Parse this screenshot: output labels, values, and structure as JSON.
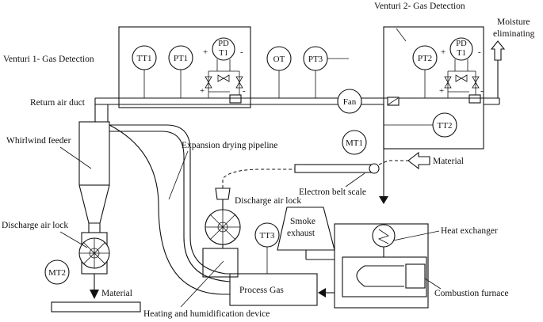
{
  "labels": {
    "venturi1": "Venturi 1- Gas Detection",
    "venturi2": "Venturi 2- Gas Detection",
    "moisture_line1": "Moisture",
    "moisture_line2": "eliminating",
    "return_air": "Return air duct",
    "whirlwind": "Whirlwind feeder",
    "expansion": "Expansion drying pipeline",
    "discharge1": "Discharge air lock",
    "discharge2": "Discharge air lock",
    "material_in": "Material",
    "material_out": "Material",
    "belt_scale": "Electron belt scale",
    "smoke_line1": "Smoke",
    "smoke_line2": "exhaust",
    "heat_exchanger": "Heat exchanger",
    "combustion": "Combustion furnace",
    "process_gas": "Process Gas",
    "heating": "Heating and humidification device",
    "fan": "Fan"
  },
  "instruments": {
    "tt1": "TT1",
    "pt1": "PT1",
    "pd1_line1": "PD",
    "pd1_line2": "T1",
    "ot": "OT",
    "pt3": "PT3",
    "pt2": "PT2",
    "pd2_line1": "PD",
    "pd2_line2": "T1",
    "mt1": "MT1",
    "tt2": "TT2",
    "tt3": "TT3",
    "mt2": "MT2"
  },
  "signs": {
    "plus": "+",
    "minus": "-"
  }
}
